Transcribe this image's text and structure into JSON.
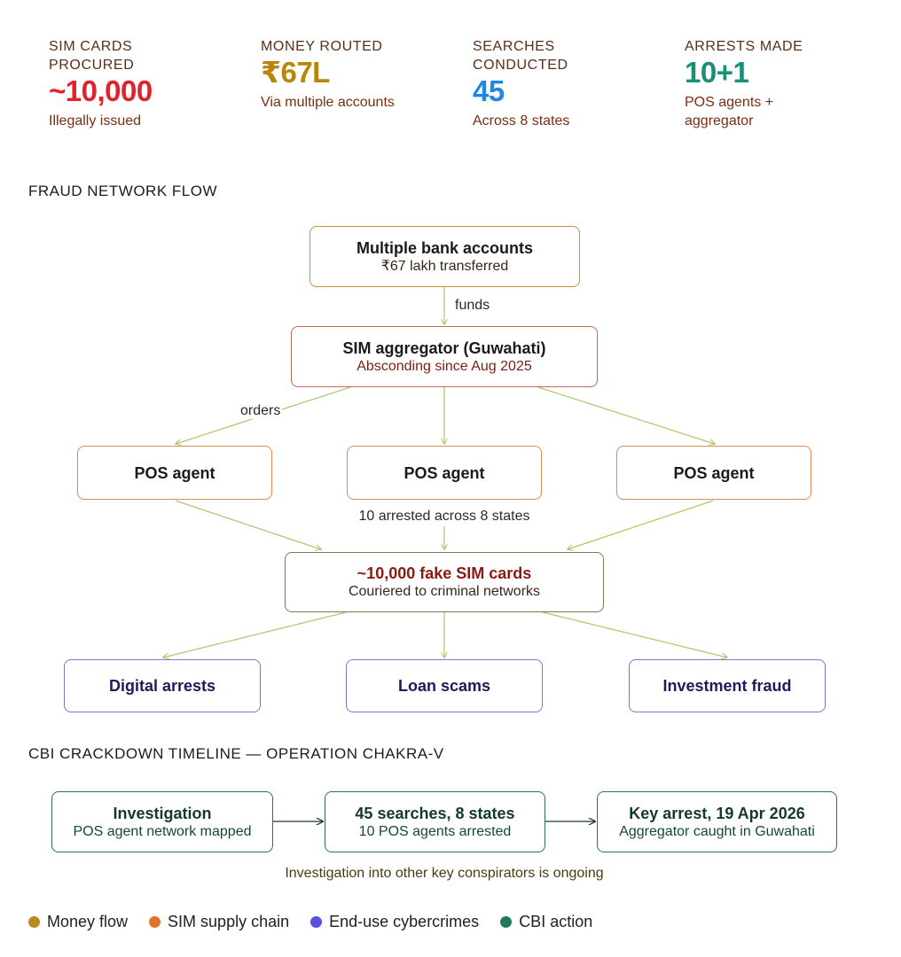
{
  "colors": {
    "money": "#b98a1e",
    "sim_supply": "#e0732f",
    "end_use": "#5b4ee0",
    "cbi": "#1e7a5e",
    "stat_red": "#e0232a",
    "stat_gold": "#b8860b",
    "stat_blue": "#1e88e5",
    "stat_teal": "#1a8f78",
    "connector": "#b7c26a"
  },
  "stats": [
    {
      "label": "SIM CARDS PROCURED",
      "value": "~10,000",
      "sub": "Illegally issued"
    },
    {
      "label": "MONEY ROUTED",
      "value": "₹67L",
      "sub": "Via multiple accounts"
    },
    {
      "label": "SEARCHES CONDUCTED",
      "value": "45",
      "sub": "Across 8 states"
    },
    {
      "label": "ARRESTS MADE",
      "value": "10+1",
      "sub": "POS agents + aggregator"
    }
  ],
  "flow": {
    "title": "FRAUD NETWORK FLOW",
    "bank": {
      "title": "Multiple bank accounts",
      "sub": "₹67 lakh transferred"
    },
    "funds_label": "funds",
    "aggregator": {
      "title": "SIM aggregator (Guwahati)",
      "sub": "Absconding since Aug 2025"
    },
    "orders_label": "orders",
    "pos_agents": [
      "POS agent",
      "POS agent",
      "POS agent"
    ],
    "arrest_note": "10 arrested across 8 states",
    "sims": {
      "title": "~10,000 fake SIM cards",
      "sub": "Couriered to criminal networks"
    },
    "crimes": [
      "Digital arrests",
      "Loan scams",
      "Investment fraud"
    ]
  },
  "timeline": {
    "title": "CBI CRACKDOWN TIMELINE — OPERATION CHAKRA-V",
    "steps": [
      {
        "title": "Investigation",
        "sub": "POS agent network mapped"
      },
      {
        "title": "45 searches, 8 states",
        "sub": "10 POS agents arrested"
      },
      {
        "title": "Key arrest, 19 Apr 2026",
        "sub": "Aggregator caught in Guwahati"
      }
    ],
    "note": "Investigation into other key conspirators is ongoing"
  },
  "legend": [
    {
      "label": "Money flow",
      "color_key": "money"
    },
    {
      "label": "SIM supply chain",
      "color_key": "sim_supply"
    },
    {
      "label": "End-use cybercrimes",
      "color_key": "end_use"
    },
    {
      "label": "CBI action",
      "color_key": "cbi"
    }
  ]
}
